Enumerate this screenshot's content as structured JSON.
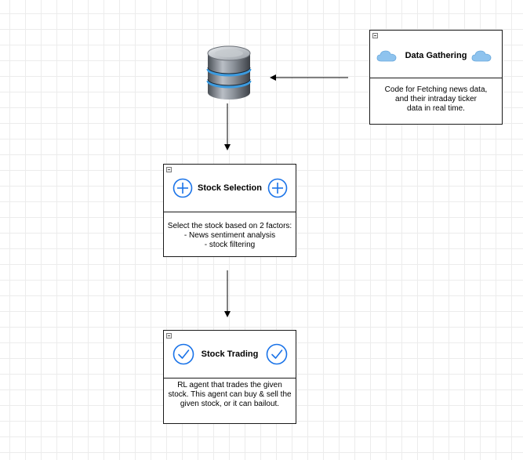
{
  "nodes": {
    "data_gathering": {
      "title": "Data Gathering",
      "body": "Code for Fetching news data,\nand their intraday ticker\ndata in real time."
    },
    "stock_selection": {
      "title": "Stock Selection",
      "body": "Select the stock based on 2 factors:\n- News sentiment analysis\n- stock filtering"
    },
    "stock_trading": {
      "title": "Stock Trading",
      "body": "RL agent that trades the given\nstock. This agent can buy & sell the\ngiven stock, or it can bailout."
    }
  },
  "icons": {
    "database": "database-icon",
    "data_gathering": "cloud-icon",
    "stock_selection": "plus-circle-icon",
    "stock_trading": "check-circle-icon"
  },
  "colors": {
    "icon_blue": "#1a73e8",
    "cloud_blue": "#8ec3ee",
    "db_glow": "#3b9be0"
  }
}
